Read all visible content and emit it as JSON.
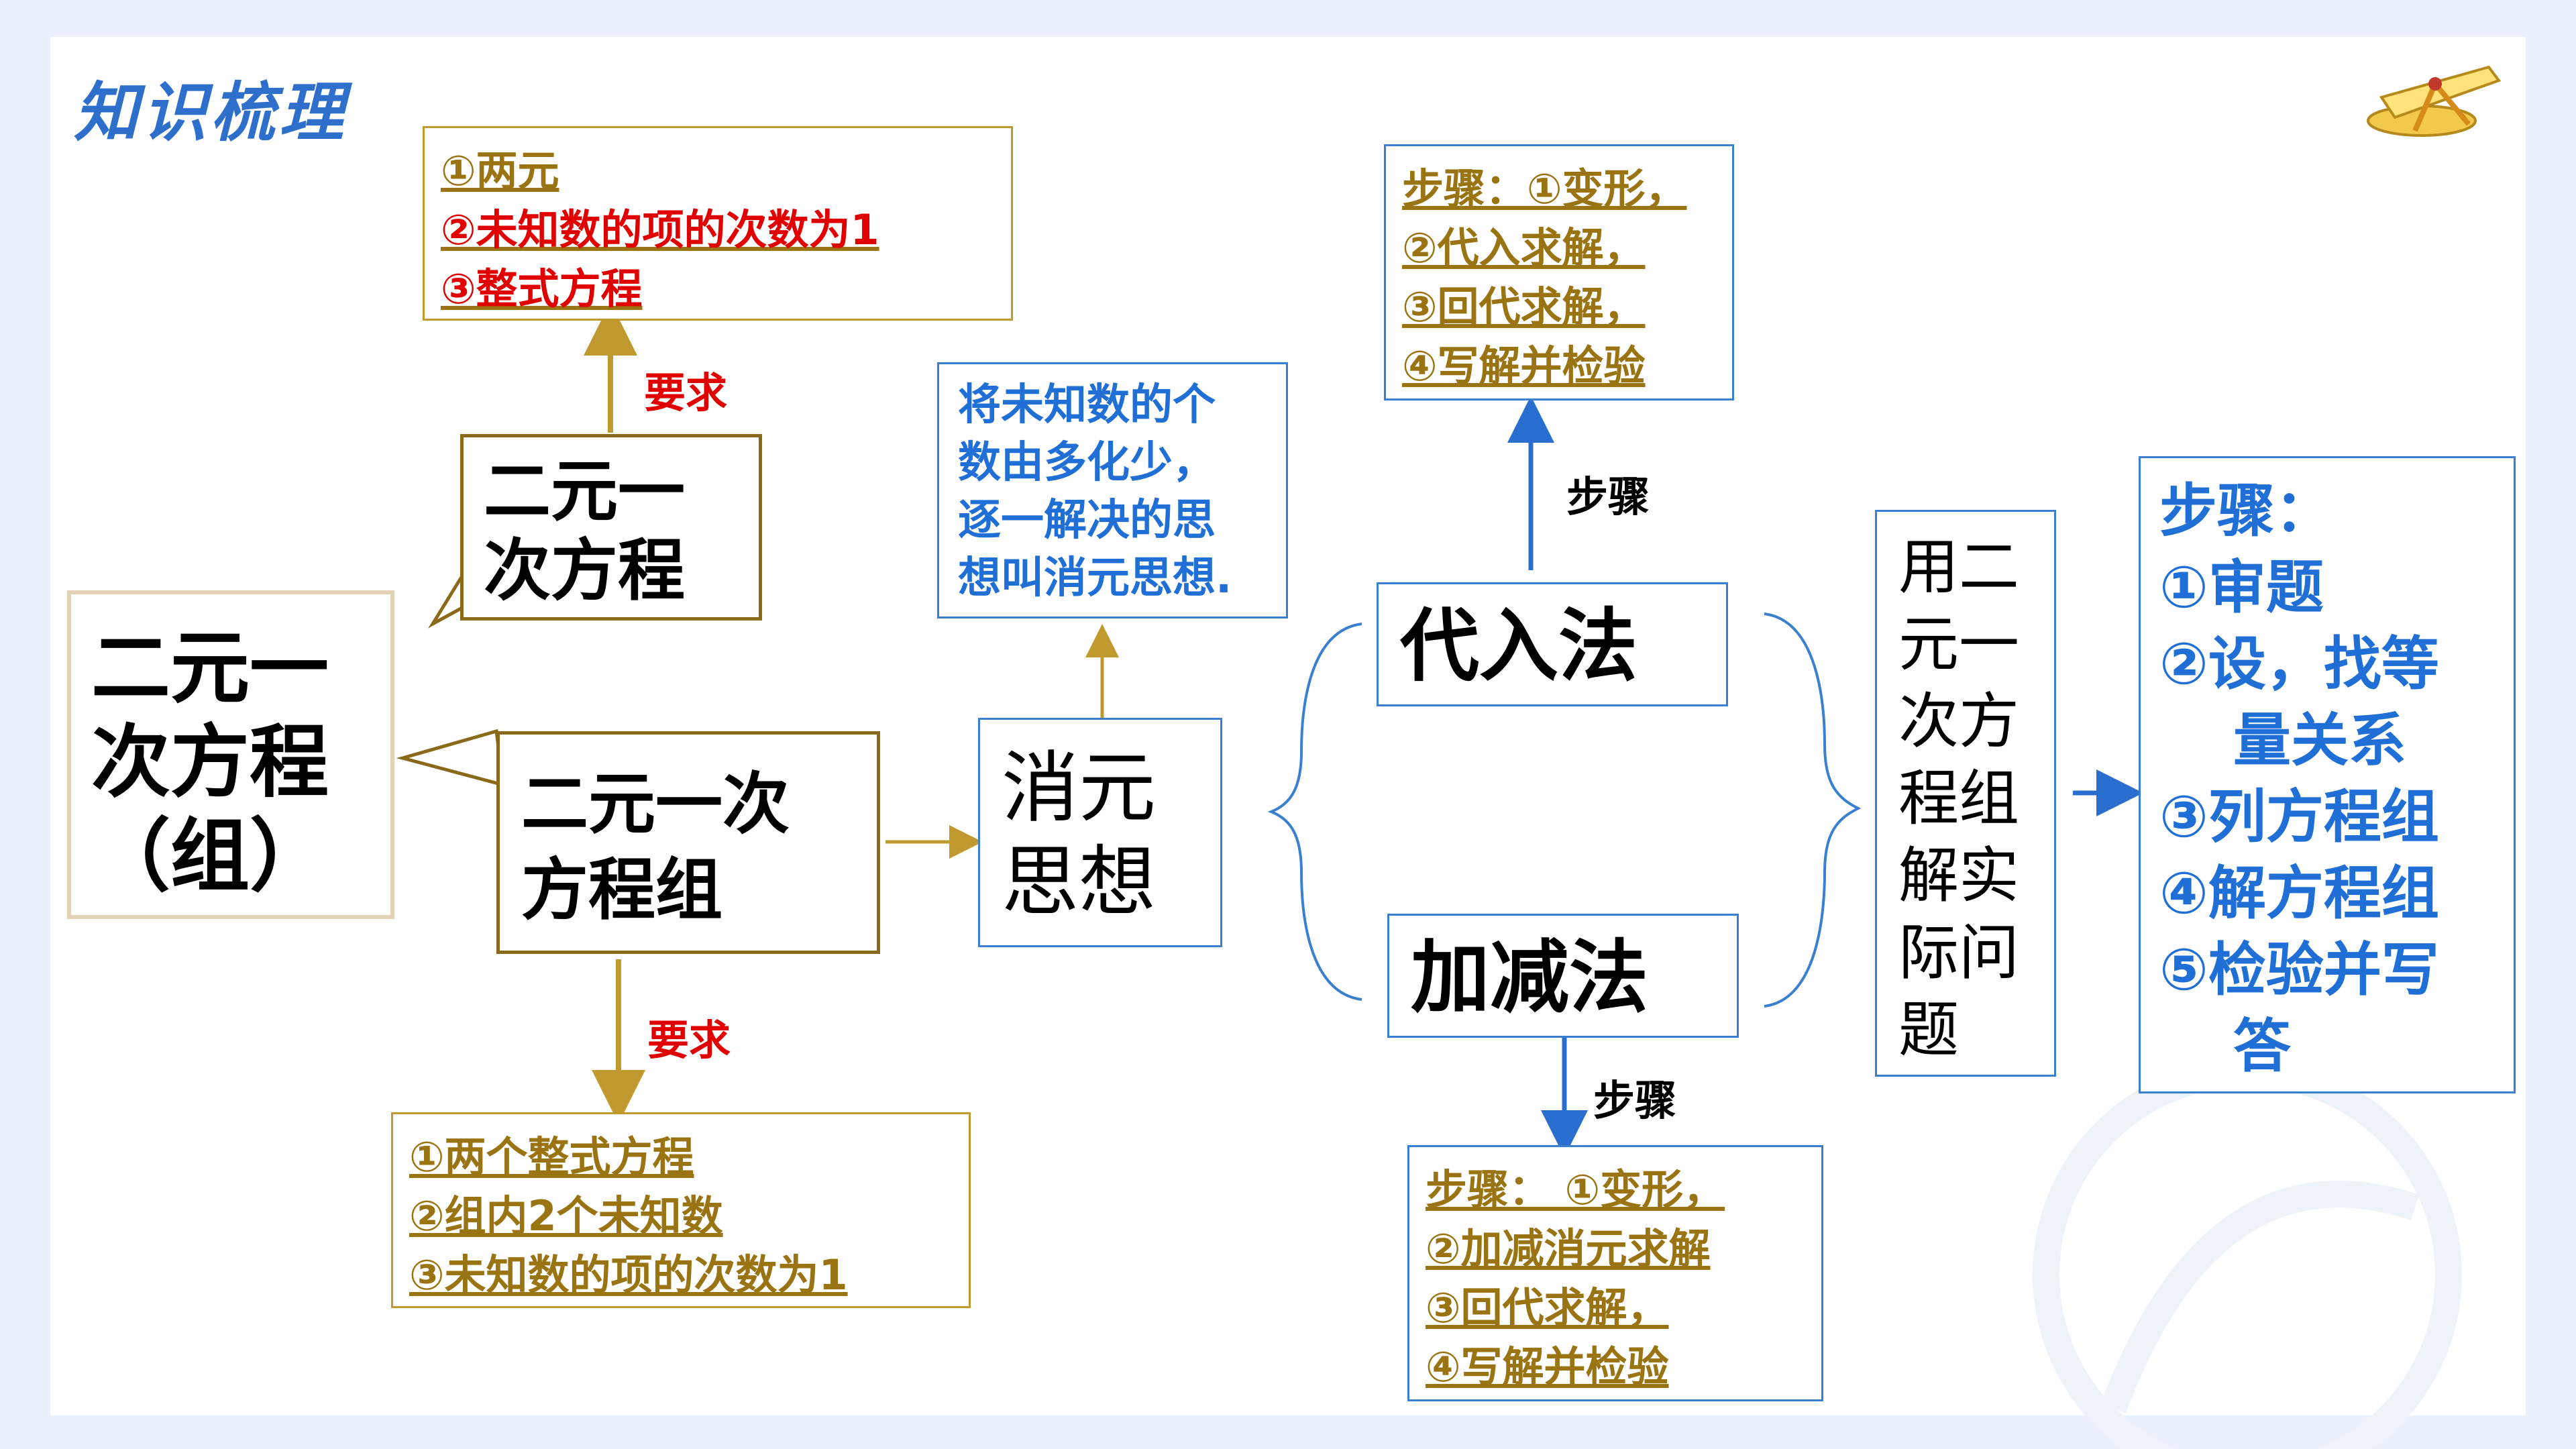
{
  "title": "知识梳理",
  "main_concept": [
    "二元一",
    "次方程",
    "（组）"
  ],
  "equation": {
    "label": [
      "二元一",
      "次方程"
    ],
    "req_label": "要求",
    "reqs": [
      "①两元",
      "②未知数的项的次数为1",
      "③整式方程"
    ]
  },
  "system": {
    "label": [
      "二元一次",
      "方程组"
    ],
    "req_label": "要求",
    "reqs": [
      "①两个整式方程",
      "②组内2个未知数",
      "③未知数的项的次数为1"
    ]
  },
  "elimination": {
    "label": [
      "消元",
      "思想"
    ],
    "note": [
      "将未知数的个",
      "数由多化少，",
      "逐一解决的思",
      "想叫消元思想."
    ]
  },
  "substitution": {
    "label": "代入法",
    "step_label": "步骤",
    "steps": [
      "步骤：①变形，",
      "②代入求解，",
      "③回代求解，",
      "④写解并检验"
    ]
  },
  "addition": {
    "label": "加减法",
    "step_label": "步骤",
    "steps": [
      "步骤： ①变形，",
      "②加减消元求解",
      "③回代求解，",
      "④写解并检验"
    ]
  },
  "application": [
    "用二",
    "元一",
    "次方",
    "程组",
    "解实",
    "际问",
    "题"
  ],
  "app_steps": {
    "heading": "步骤：",
    "items": [
      "①审题",
      "②设，找等",
      "量关系",
      "③列方程组",
      "④解方程组",
      "⑤检验并写",
      "答"
    ]
  },
  "colors": {
    "accent": "#2f6fcc",
    "gold": "#c09a2e",
    "red": "#e00000",
    "text_gold": "#9a7412",
    "blue_text": "#1f6fd6"
  },
  "icons": [
    "compass-ruler-icon"
  ]
}
